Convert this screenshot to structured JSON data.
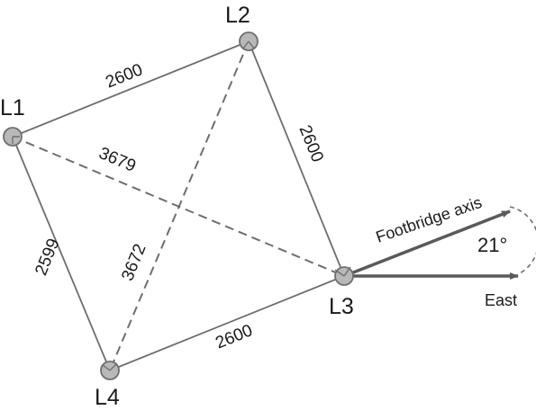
{
  "points": {
    "L1": "L1",
    "L2": "L2",
    "L3": "L3",
    "L4": "L4"
  },
  "sides": {
    "L1_L2": "2600",
    "L2_L3": "2600",
    "L3_L4": "2600",
    "L1_L4": "2599"
  },
  "diagonals": {
    "L1_L3": "3679",
    "L2_L4": "3672"
  },
  "arrows": {
    "footbridge_axis": "Footbridge axis",
    "east": "East"
  },
  "angle": "21°",
  "colors": {
    "line": "#6e6e6e",
    "arrow": "#5a5a5a",
    "point_fill": "#b8b8b8",
    "point_stroke": "#6e6e6e"
  }
}
